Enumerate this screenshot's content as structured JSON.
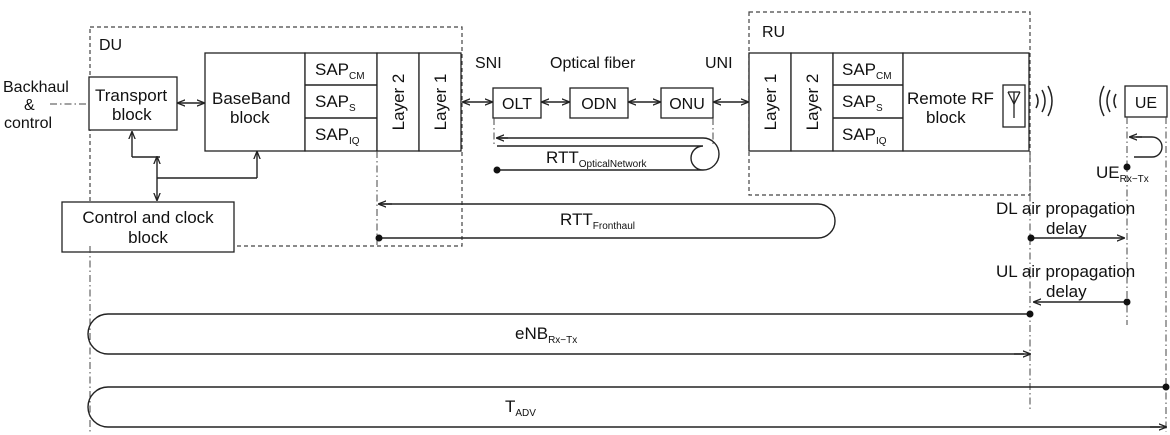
{
  "labels": {
    "backhaul": "Backhaul",
    "amp": "&",
    "control": "control",
    "du": "DU",
    "ru": "RU",
    "transport1": "Transport",
    "transport2": "block",
    "baseband1": "BaseBand",
    "baseband2": "block",
    "sap": "SAP",
    "sap_cm_sub": "CM",
    "sap_s_sub": "S",
    "sap_iq_sub": "IQ",
    "layer2": "Layer 2",
    "layer1": "Layer 1",
    "control_clock1": "Control and clock",
    "control_clock2": "block",
    "sni": "SNI",
    "optical_fiber": "Optical fiber",
    "uni": "UNI",
    "olt": "OLT",
    "odn": "ODN",
    "onu": "ONU",
    "remote_rf1": "Remote RF",
    "remote_rf2": "block",
    "ue": "UE",
    "rtt": "RTT",
    "rtt_optical_sub": "OpticalNetwork",
    "rtt_fronthaul_sub": "Fronthaul",
    "ue_rxtx": "UE",
    "ue_rxtx_sub": "Rx−Tx",
    "dl_air1": "DL air propagation",
    "dl_air2": "delay",
    "ul_air1": "UL air propagation",
    "ul_air2": "delay",
    "enb": "eNB",
    "enb_sub": "Rx−Tx",
    "tadv": "T",
    "tadv_sub": "ADV"
  }
}
